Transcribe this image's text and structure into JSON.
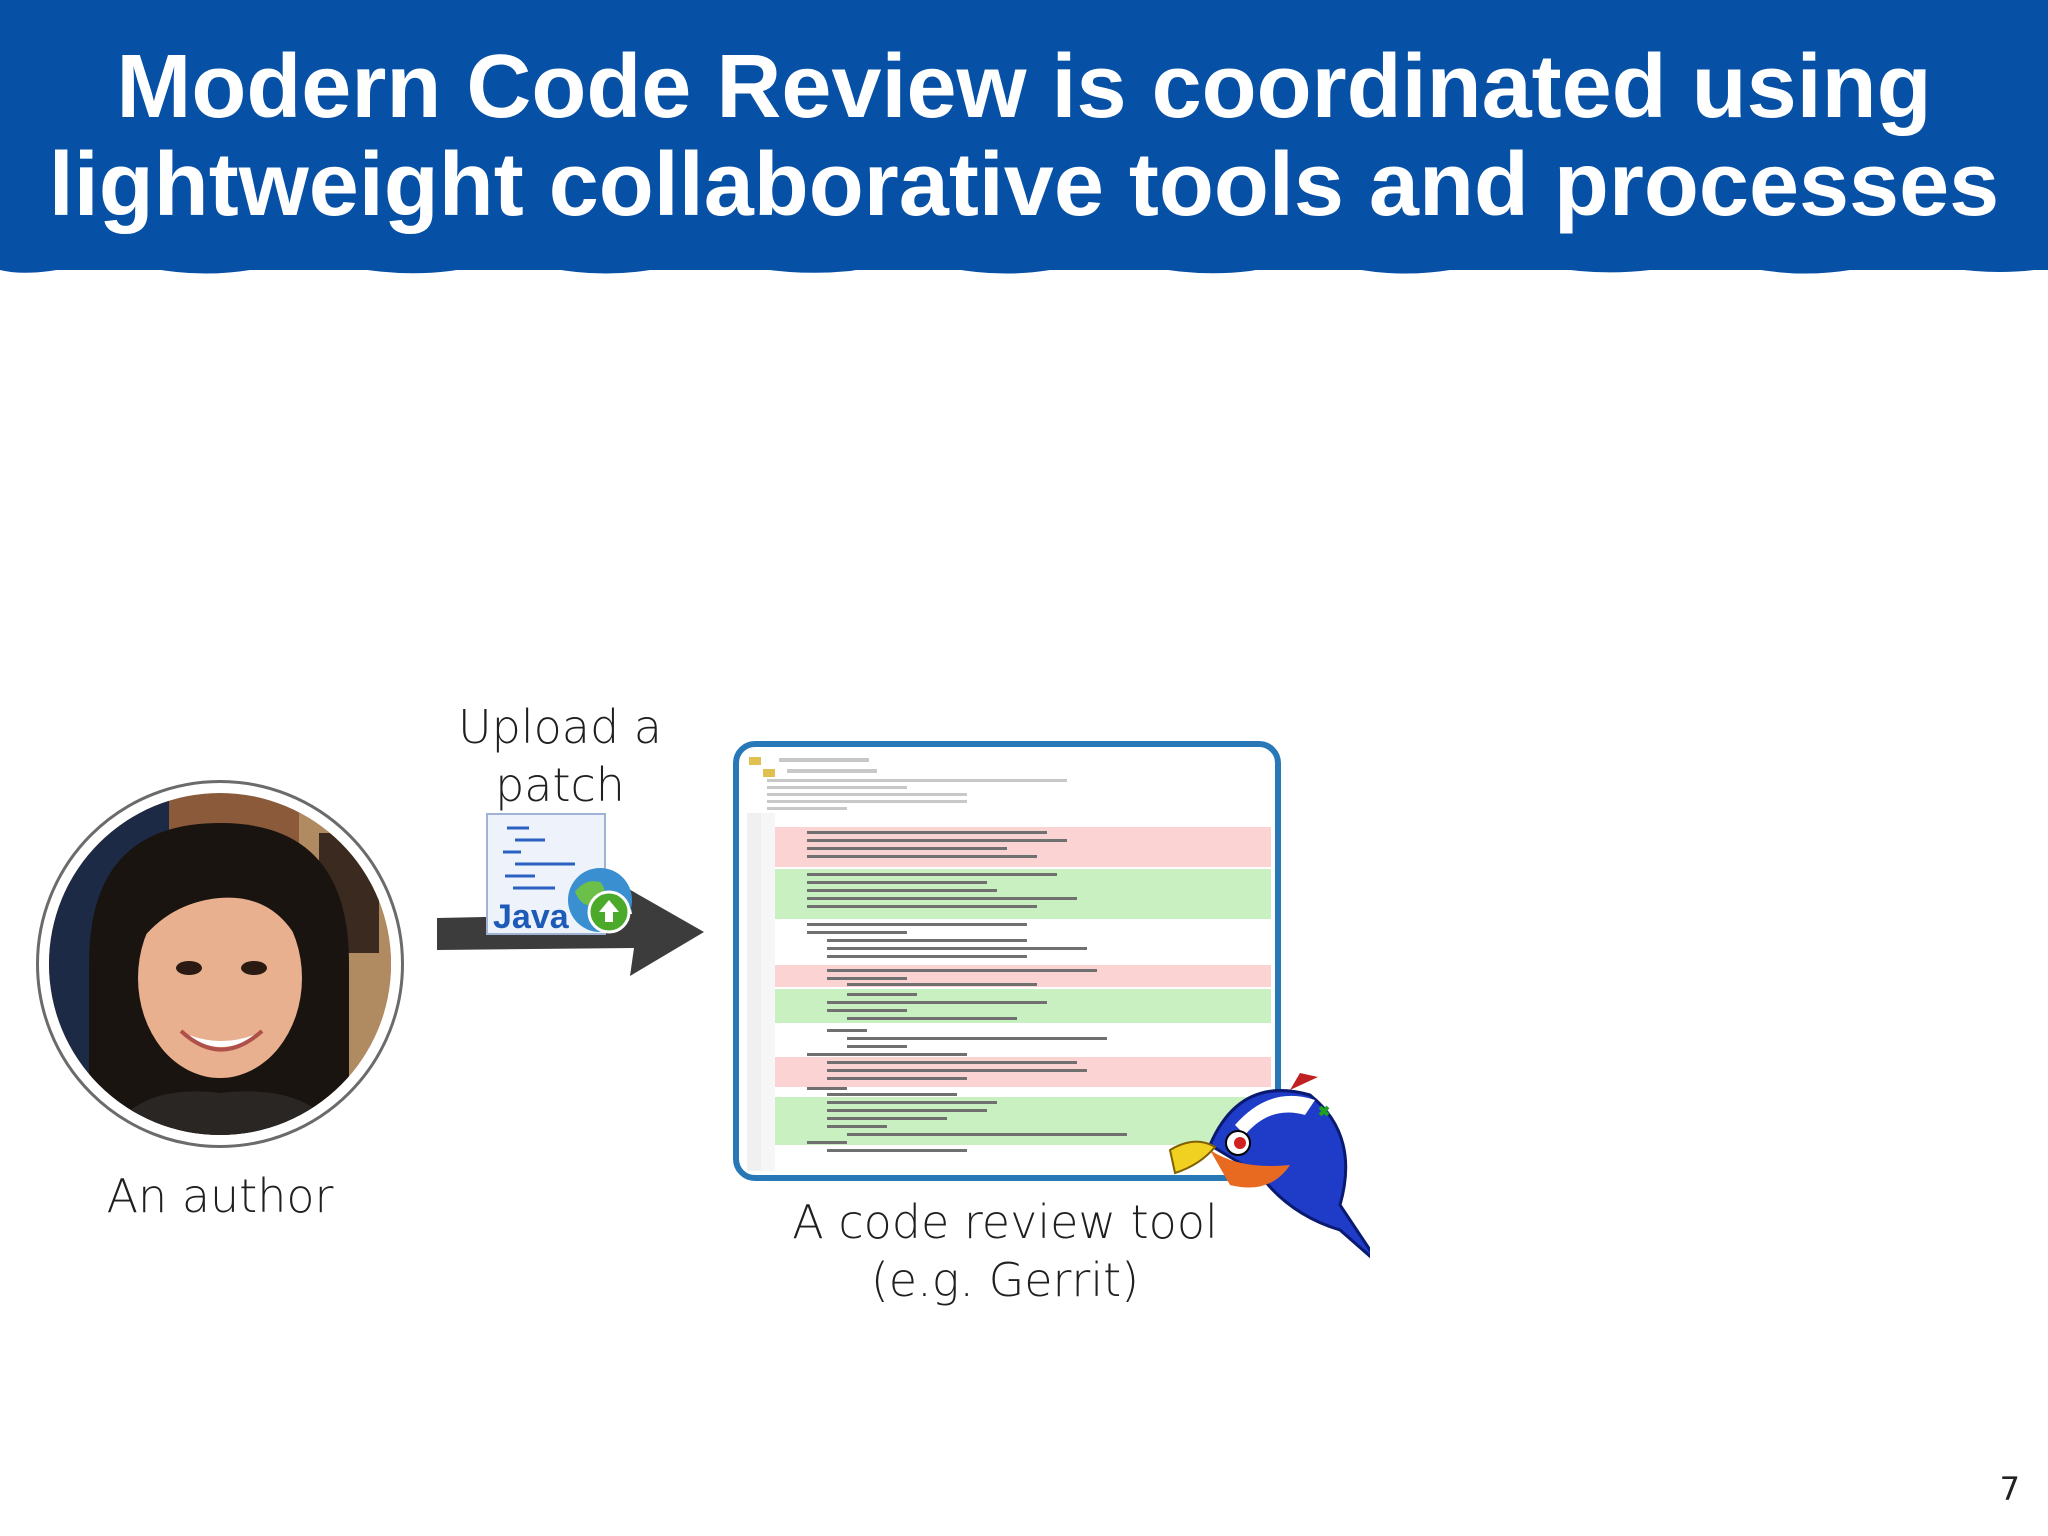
{
  "slide": {
    "title_line1": "Modern Code Review is coordinated using",
    "title_line2": "lightweight collaborative tools and processes",
    "page_number": "7"
  },
  "author": {
    "caption": "An author"
  },
  "upload": {
    "line1": "Upload a",
    "line2": "patch",
    "icon_text": "Java"
  },
  "tool": {
    "line1": "A code review tool",
    "line2": "(e.g. Gerrit)"
  },
  "colors": {
    "banner": "#0650a6",
    "frame": "#2878b8",
    "diff_removed": "#fbd3d3",
    "diff_added": "#c8f0c0"
  }
}
